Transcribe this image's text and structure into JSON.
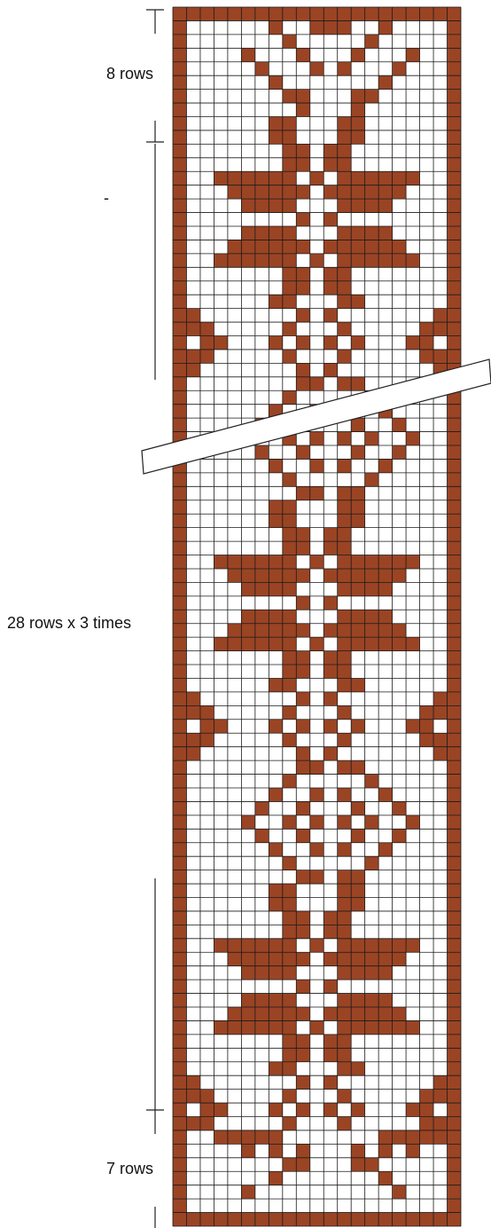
{
  "labels": {
    "top": "8 rows",
    "dash": "-",
    "repeat": "28 rows x 3 times",
    "bottom": "7 rows"
  },
  "colors": {
    "filled": "#9a4424",
    "empty": "#ffffff",
    "gridline": "#1a1a1a",
    "annotation_line": "#222222"
  },
  "chart": {
    "columns": 21,
    "rows": 89,
    "border_columns": 1,
    "interior_columns": 19,
    "sections": [
      {
        "name": "top border",
        "rows": 8
      },
      {
        "name": "repeat",
        "rows": 28,
        "times": 3
      },
      {
        "name": "bottom border",
        "rows": 7
      }
    ],
    "break_indicator": "diagonal gap strip marking omitted repeats"
  }
}
